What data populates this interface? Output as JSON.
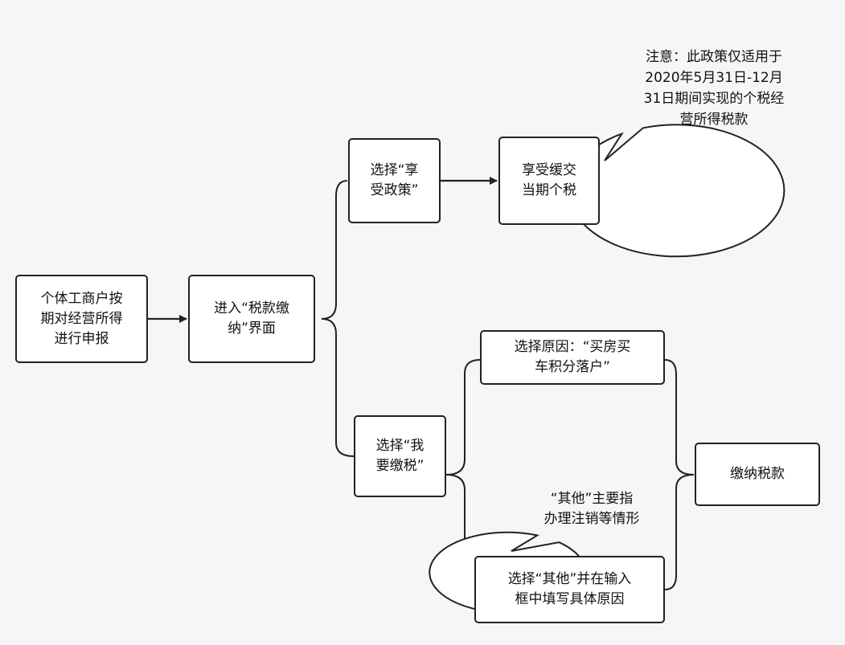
{
  "nodes": {
    "start": "个体工商户按\n期对经营所得\n进行申报",
    "enter_tax_page": "进入“税款缴\n纳”界面",
    "choose_policy": "选择“享\n受政策”",
    "defer_payment": "享受缓交\n当期个税",
    "reason_housing": "选择原因：“买房买\n车积分落户”",
    "choose_pay": "选择“我\n要缴税”",
    "pay_tax": "缴纳税款",
    "reason_other": "选择“其他”并在输入\n框中填写具体原因"
  },
  "callouts": {
    "policy_note": "注意：此政策仅适用于\n2020年5月31日-12月\n31日期间实现的个税经\n营所得税款",
    "other_note": "“其他”主要指\n办理注销等情形"
  }
}
